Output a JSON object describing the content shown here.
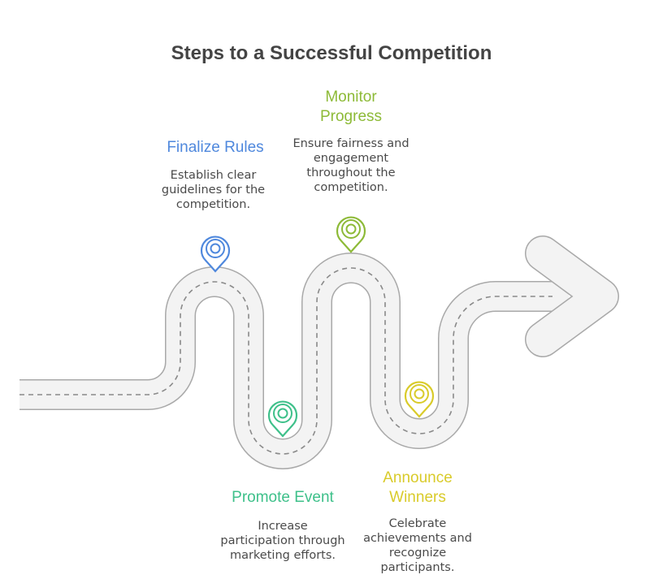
{
  "title": "Steps to a Successful Competition",
  "colors": {
    "road_fill": "#f3f3f3",
    "road_edge": "#a9a9a9",
    "lane": "#8a8a8a",
    "blue": "#4f88dd",
    "green": "#3ec08a",
    "lime": "#8dba37",
    "yellow": "#d9cb2a"
  },
  "steps": [
    {
      "title": "Finalize Rules",
      "desc": [
        "Establish clear",
        "guidelines for the",
        "competition."
      ],
      "color": "#4f88dd",
      "icon": "location-pin-icon"
    },
    {
      "title": "Promote Event",
      "desc": [
        "Increase",
        "participation through",
        "marketing efforts."
      ],
      "color": "#3ec08a",
      "icon": "location-pin-icon"
    },
    {
      "title": [
        "Monitor",
        "Progress"
      ],
      "desc": [
        "Ensure fairness and",
        "engagement",
        "throughout the",
        "competition."
      ],
      "color": "#8dba37",
      "icon": "location-pin-icon"
    },
    {
      "title": [
        "Announce",
        "Winners"
      ],
      "desc": [
        "Celebrate",
        "achievements and",
        "recognize",
        "participants."
      ],
      "color": "#d9cb2a",
      "icon": "location-pin-icon"
    }
  ]
}
